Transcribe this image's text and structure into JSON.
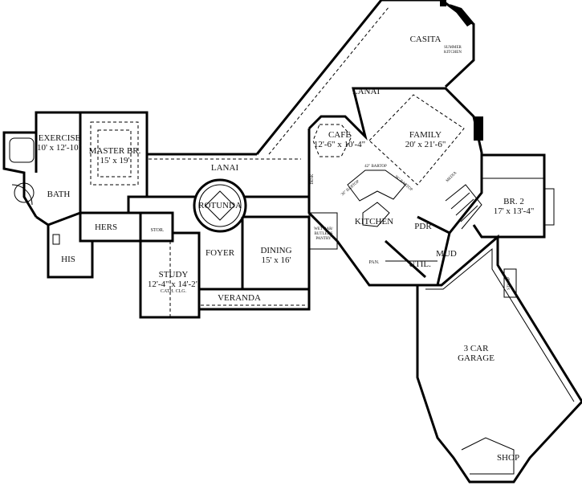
{
  "rooms": {
    "casita": {
      "name": "CASITA"
    },
    "summer_kitchen": {
      "name": "SUMMER KITCHEN"
    },
    "lanai_upper": {
      "name": "LANAI"
    },
    "cafe": {
      "name": "CAFE",
      "size": "12'-6\" x 10'-4\""
    },
    "family": {
      "name": "FAMILY",
      "size": "20' x 21'-6\""
    },
    "bartop_42": {
      "name": "42\" BARTOP"
    },
    "bartop_36a": {
      "name": "36\" BARTOP"
    },
    "bartop_36b": {
      "name": "36\" BARTOP"
    },
    "desk": {
      "name": "DESK"
    },
    "media": {
      "name": "MEDIA"
    },
    "kitchen": {
      "name": "KITCHEN"
    },
    "wet_bar": {
      "name": "WET BAR/ BUTLER'S PANTRY"
    },
    "pdr": {
      "name": "PDR"
    },
    "mud": {
      "name": "MUD"
    },
    "util": {
      "name": "UTIL."
    },
    "pan": {
      "name": "PAN."
    },
    "br2": {
      "name": "BR. 2",
      "size": "17' x 13'-4\""
    },
    "stoop": {
      "name": "STOOP"
    },
    "garage": {
      "name": "3 CAR GARAGE"
    },
    "shop": {
      "name": "SHOP"
    },
    "exercise": {
      "name": "EXERCISE",
      "size": "10' x 12'-10\""
    },
    "master": {
      "name": "MASTER BR.",
      "size": "15' x 19'"
    },
    "lanai_lower": {
      "name": "LANAI"
    },
    "bath": {
      "name": "BATH"
    },
    "hers": {
      "name": "HERS"
    },
    "his": {
      "name": "HIS"
    },
    "stor": {
      "name": "STOR."
    },
    "rotunda": {
      "name": "ROTUNDA"
    },
    "foyer": {
      "name": "FOYER"
    },
    "dining": {
      "name": "DINING",
      "size": "15' x 16'"
    },
    "study": {
      "name": "STUDY",
      "size": "12'-4\" x 14'-2\"",
      "note": "CATH. CLG."
    },
    "veranda": {
      "name": "VERANDA"
    }
  }
}
